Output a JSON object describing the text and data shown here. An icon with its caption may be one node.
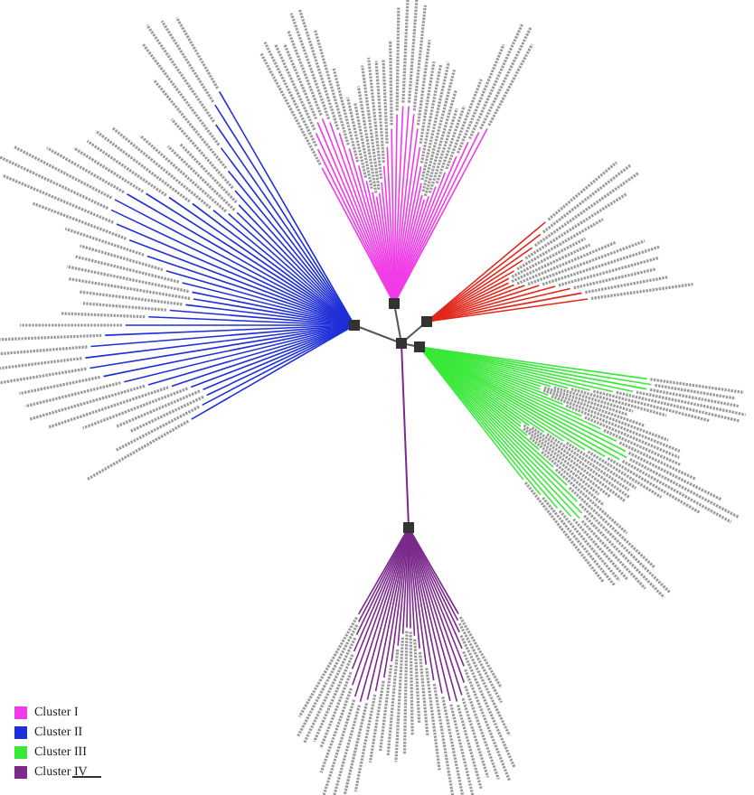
{
  "diagram": {
    "legend": [
      {
        "text": "Cluster I",
        "color": "#f03ce6"
      },
      {
        "text": "Cluster II",
        "color": "#1f2fd8"
      },
      {
        "text": "Cluster III",
        "color": "#3ae83a"
      },
      {
        "text": "Cluster IV",
        "color": "#7b2a8c"
      }
    ]
  }
}
